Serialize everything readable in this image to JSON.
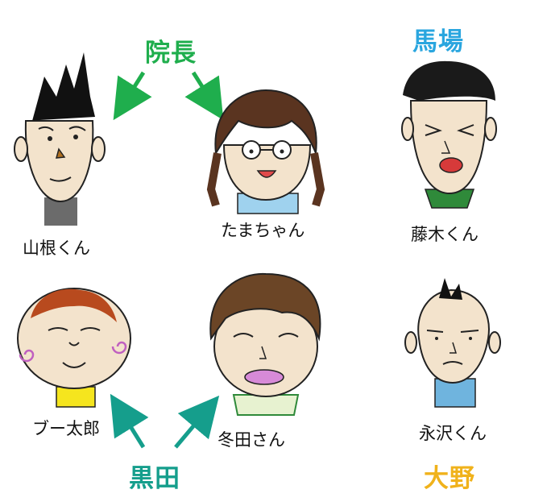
{
  "groups": {
    "top_left": {
      "label": "院長",
      "color": "#1fae4d"
    },
    "top_right": {
      "label": "馬場",
      "color": "#2aa6df"
    },
    "bottom_left": {
      "label": "黒田",
      "color": "#159e8c"
    },
    "bottom_right": {
      "label": "大野",
      "color": "#f0b21b"
    }
  },
  "characters": {
    "yamane": {
      "name": "山根くん"
    },
    "tama": {
      "name": "たまちゃん"
    },
    "fujiki": {
      "name": "藤木くん"
    },
    "butaro": {
      "name": "ブー太郎"
    },
    "fuyuta": {
      "name": "冬田さん"
    },
    "nagasawa": {
      "name": "永沢くん"
    }
  },
  "icons": [
    "arrow-icon",
    "character-face-icon"
  ]
}
